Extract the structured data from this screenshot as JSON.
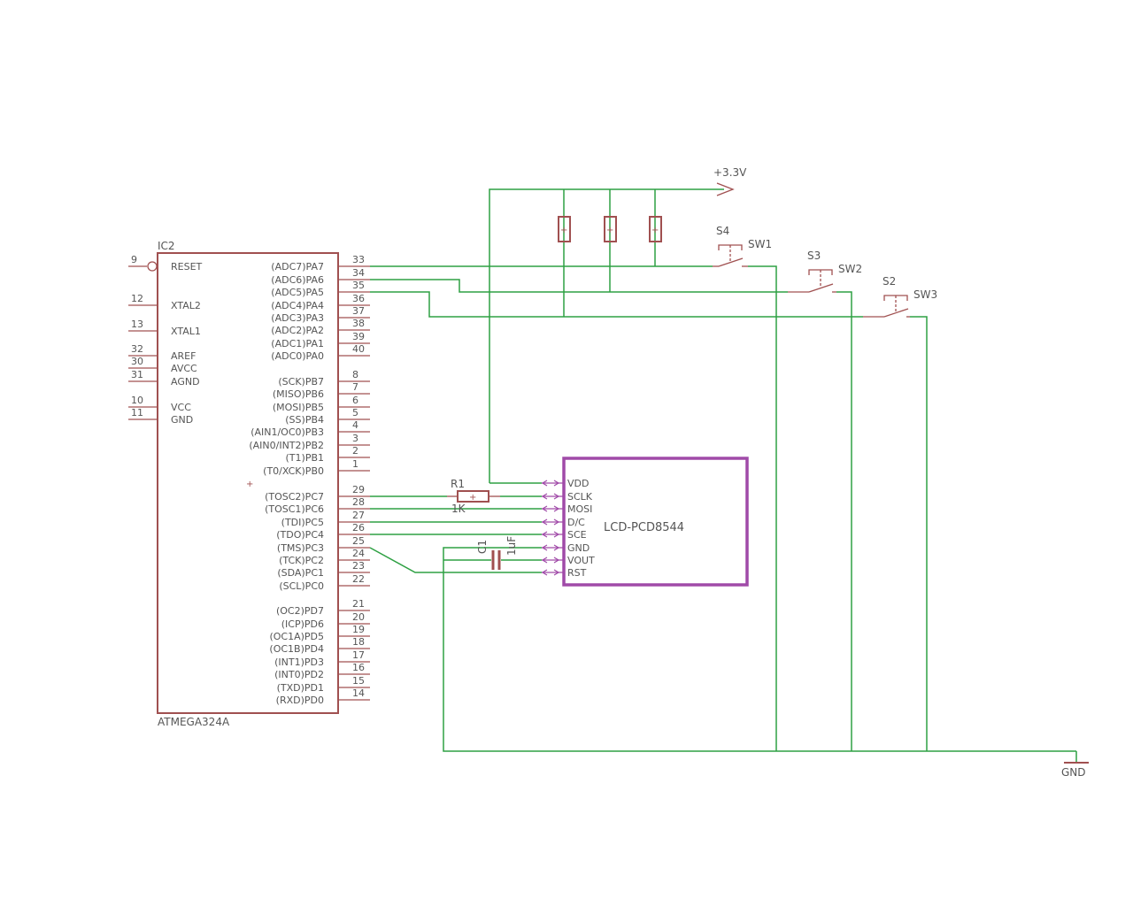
{
  "mcu": {
    "ref": "IC2",
    "part": "ATMEGA324A",
    "left_pins": [
      {
        "num": "9",
        "name": "RESET"
      },
      {
        "num": "12",
        "name": "XTAL2"
      },
      {
        "num": "13",
        "name": "XTAL1"
      },
      {
        "num": "32",
        "name": "AREF"
      },
      {
        "num": "30",
        "name": "AVCC"
      },
      {
        "num": "31",
        "name": "AGND"
      },
      {
        "num": "10",
        "name": "VCC"
      },
      {
        "num": "11",
        "name": "GND"
      }
    ],
    "right_pins": [
      {
        "num": "33",
        "name": "(ADC7)PA7"
      },
      {
        "num": "34",
        "name": "(ADC6)PA6"
      },
      {
        "num": "35",
        "name": "(ADC5)PA5"
      },
      {
        "num": "36",
        "name": "(ADC4)PA4"
      },
      {
        "num": "37",
        "name": "(ADC3)PA3"
      },
      {
        "num": "38",
        "name": "(ADC2)PA2"
      },
      {
        "num": "39",
        "name": "(ADC1)PA1"
      },
      {
        "num": "40",
        "name": "(ADC0)PA0"
      },
      {
        "num": "8",
        "name": "(SCK)PB7"
      },
      {
        "num": "7",
        "name": "(MISO)PB6"
      },
      {
        "num": "6",
        "name": "(MOSI)PB5"
      },
      {
        "num": "5",
        "name": "(SS)PB4"
      },
      {
        "num": "4",
        "name": "(AIN1/OC0)PB3"
      },
      {
        "num": "3",
        "name": "(AIN0/INT2)PB2"
      },
      {
        "num": "2",
        "name": "(T1)PB1"
      },
      {
        "num": "1",
        "name": "(T0/XCK)PB0"
      },
      {
        "num": "29",
        "name": "(TOSC2)PC7"
      },
      {
        "num": "28",
        "name": "(TOSC1)PC6"
      },
      {
        "num": "27",
        "name": "(TDI)PC5"
      },
      {
        "num": "26",
        "name": "(TDO)PC4"
      },
      {
        "num": "25",
        "name": "(TMS)PC3"
      },
      {
        "num": "24",
        "name": "(TCK)PC2"
      },
      {
        "num": "23",
        "name": "(SDA)PC1"
      },
      {
        "num": "22",
        "name": "(SCL)PC0"
      },
      {
        "num": "21",
        "name": "(OC2)PD7"
      },
      {
        "num": "20",
        "name": "(ICP)PD6"
      },
      {
        "num": "19",
        "name": "(OC1A)PD5"
      },
      {
        "num": "18",
        "name": "(OC1B)PD4"
      },
      {
        "num": "17",
        "name": "(INT1)PD3"
      },
      {
        "num": "16",
        "name": "(INT0)PD2"
      },
      {
        "num": "15",
        "name": "(TXD)PD1"
      },
      {
        "num": "14",
        "name": "(RXD)PD0"
      }
    ]
  },
  "lcd": {
    "name": "LCD-PCD8544",
    "pins": [
      "VDD",
      "SCLK",
      "MOSI",
      "D/C",
      "SCE",
      "GND",
      "VOUT",
      "RST"
    ]
  },
  "power": {
    "supply": "+3.3V",
    "ground": "GND"
  },
  "r1": {
    "ref": "R1",
    "value": "1K"
  },
  "c1": {
    "ref": "C1",
    "value": "1uF"
  },
  "switches": [
    {
      "ref": "S4",
      "name": "SW1"
    },
    {
      "ref": "S3",
      "name": "SW2"
    },
    {
      "ref": "S2",
      "name": "SW3"
    }
  ],
  "colors": {
    "component": "#a05050",
    "wire": "#2ea043",
    "lcd_outline": "#a04aa8"
  }
}
